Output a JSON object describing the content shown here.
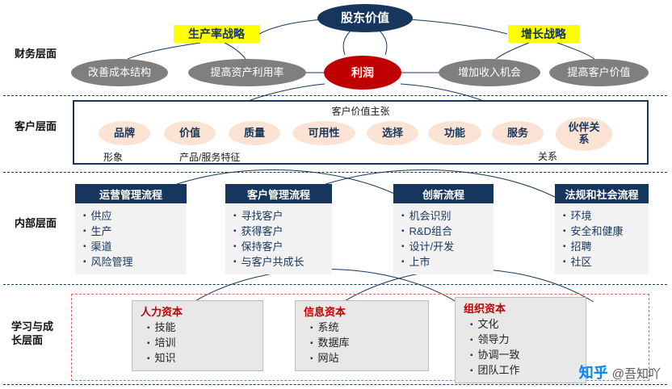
{
  "title": "股东价值",
  "strategies": {
    "productivity": "生产率战略",
    "growth": "增长战略"
  },
  "perspectives": {
    "financial": "财务层面",
    "customer": "客户层面",
    "internal": "内部层面",
    "learning": "学习与成长层面"
  },
  "financial": {
    "nodes": [
      {
        "label": "改善成本结构",
        "type": "gray"
      },
      {
        "label": "提高资产利用率",
        "type": "gray"
      },
      {
        "label": "利润",
        "type": "red"
      },
      {
        "label": "增加收入机会",
        "type": "gray"
      },
      {
        "label": "提高客户价值",
        "type": "gray"
      }
    ]
  },
  "customer": {
    "box_title": "客户价值主张",
    "attributes": [
      "品牌",
      "价值",
      "质量",
      "可用性",
      "选择",
      "功能",
      "服务",
      "伙伴关系"
    ],
    "captions": [
      "形象",
      "产品/服务特征",
      "关系"
    ]
  },
  "internal": {
    "processes": [
      {
        "title": "运营管理流程",
        "items": [
          "供应",
          "生产",
          "渠道",
          "风险管理"
        ]
      },
      {
        "title": "客户管理流程",
        "items": [
          "寻找客户",
          "获得客户",
          "保持客户",
          "与客户共成长"
        ]
      },
      {
        "title": "创新流程",
        "items": [
          "机会识别",
          "R&D组合",
          "设计/开发",
          "上市"
        ]
      },
      {
        "title": "法规和社会流程",
        "items": [
          "环境",
          "安全和健康",
          "招聘",
          "社区"
        ]
      }
    ]
  },
  "learning": {
    "capitals": [
      {
        "title": "人力资本",
        "items": [
          "技能",
          "培训",
          "知识"
        ]
      },
      {
        "title": "信息资本",
        "items": [
          "系统",
          "数据库",
          "网站"
        ]
      },
      {
        "title": "组织资本",
        "items": [
          "文化",
          "领导力",
          "协调一致",
          "团队工作"
        ]
      }
    ]
  },
  "watermark": {
    "brand": "知乎",
    "handle": "@吾知吖"
  },
  "colors": {
    "navy": "#17365d",
    "red": "#c00000",
    "yellow": "#ffff00",
    "gray": "#7f7f7f",
    "peach": "#fbe3d3",
    "learning_border": "#e06666",
    "zhihu_blue": "#0084ff"
  }
}
